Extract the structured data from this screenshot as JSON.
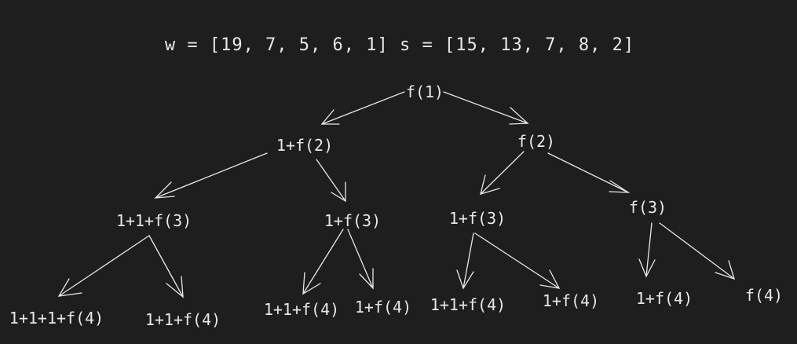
{
  "header": {
    "text": "w = [19, 7, 5, 6, 1] s = [15, 13, 7, 8, 2]"
  },
  "nodes": {
    "root": "f(1)",
    "l1_left": "1+f(2)",
    "l1_right": "f(2)",
    "l2_a": "1+1+f(3)",
    "l2_b": "1+f(3)",
    "l2_c": "1+f(3)",
    "l2_d": "f(3)",
    "l3_a": "1+1+1+f(4)",
    "l3_b": "1+1+f(4)",
    "l3_c": "1+1+f(4)",
    "l3_d": "1+f(4)",
    "l3_e": "1+1+f(4)",
    "l3_f": "1+f(4)",
    "l3_g": "1+f(4)",
    "l3_h": "f(4)"
  },
  "colors": {
    "background": "#1e1e1e",
    "stroke": "#e8e8e8"
  }
}
